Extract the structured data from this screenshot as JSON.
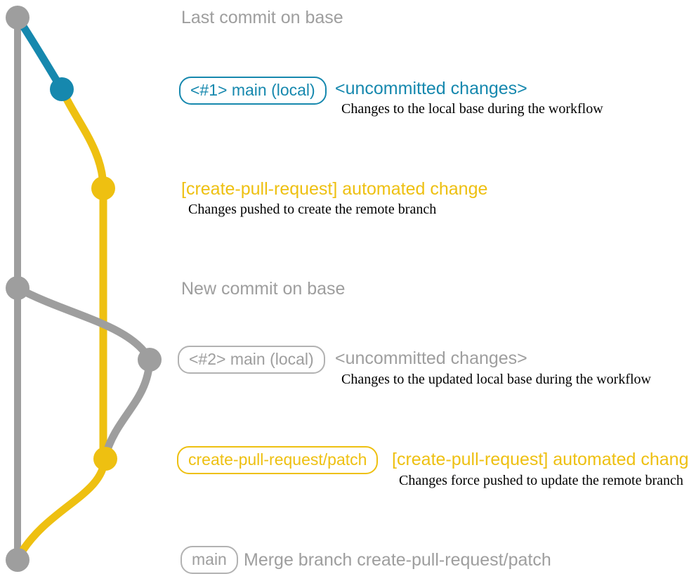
{
  "palette": {
    "gray": "#9e9e9e",
    "gray_border": "#b2b2b2",
    "blue": "#1688ae",
    "yellow": "#eec011",
    "description_text": "#000000",
    "background": "#ffffff"
  },
  "diagram": {
    "type": "git-graph",
    "branches": [
      {
        "name": "base",
        "color": "#9e9e9e"
      },
      {
        "name": "main (local) #1",
        "color": "#1688ae"
      },
      {
        "name": "create-pull-request/patch",
        "color": "#eec011"
      },
      {
        "name": "main (local) #2",
        "color": "#9e9e9e"
      }
    ],
    "nodes": [
      {
        "id": "base-last-commit",
        "color": "gray"
      },
      {
        "id": "main-local-1",
        "color": "blue"
      },
      {
        "id": "automated-change-1",
        "color": "yellow"
      },
      {
        "id": "base-new-commit",
        "color": "gray"
      },
      {
        "id": "main-local-2",
        "color": "gray"
      },
      {
        "id": "automated-change-2",
        "color": "yellow"
      },
      {
        "id": "merge-commit",
        "color": "gray"
      }
    ]
  },
  "rows": {
    "r1": {
      "label": "Last commit on base"
    },
    "r2": {
      "badge": "<#1> main (local)",
      "title": "<uncommitted changes>",
      "description": "Changes to the local base during the workflow"
    },
    "r3": {
      "title": "[create-pull-request] automated change",
      "description": "Changes pushed to create the remote branch"
    },
    "r4": {
      "label": "New commit on base"
    },
    "r5": {
      "badge": "<#2> main (local)",
      "title": "<uncommitted changes>",
      "description": "Changes to the updated local base during the workflow"
    },
    "r6": {
      "badge": "create-pull-request/patch",
      "title": "[create-pull-request] automated change",
      "description": "Changes force pushed to update the remote branch"
    },
    "r7": {
      "badge": "main",
      "title": "Merge branch create-pull-request/patch"
    }
  }
}
